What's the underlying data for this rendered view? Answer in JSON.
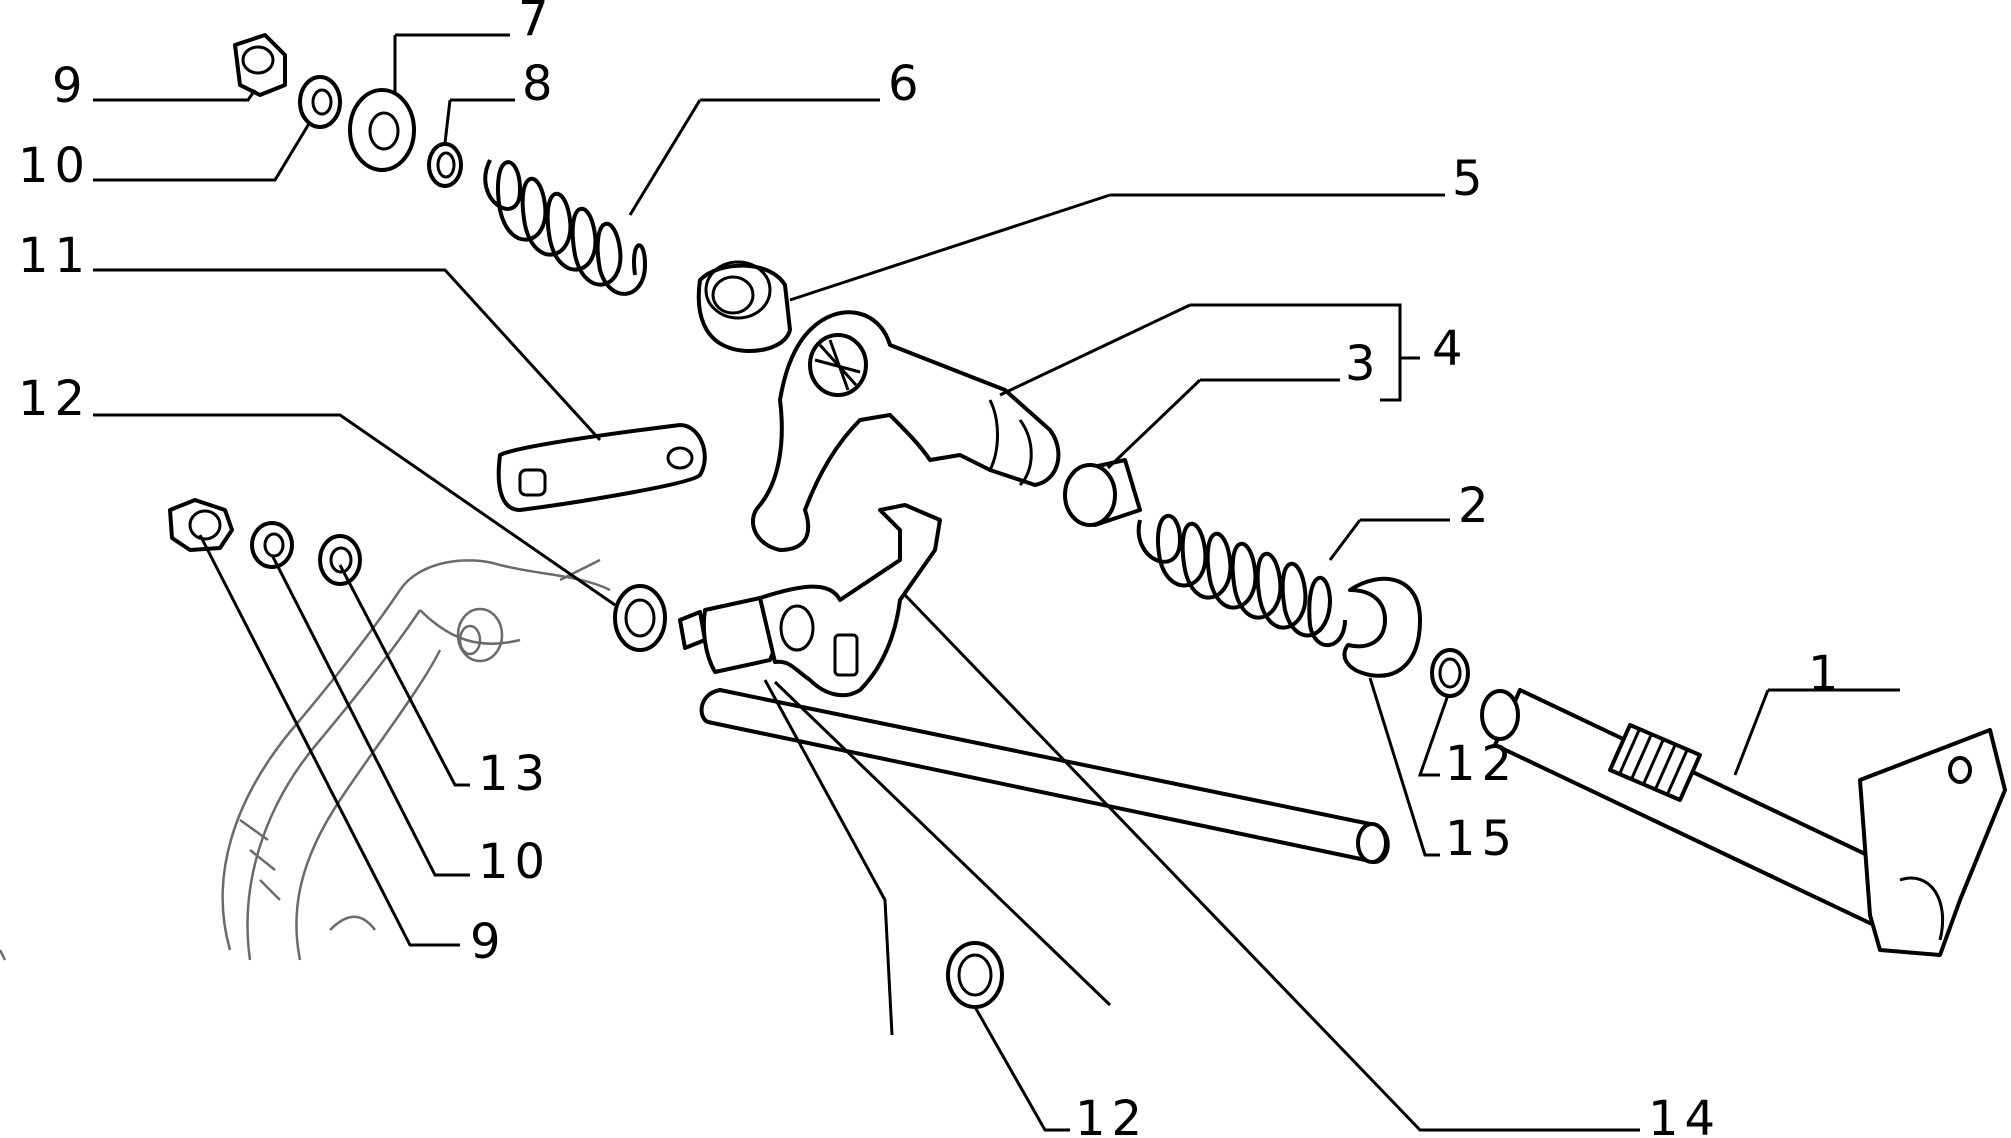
{
  "diagram": {
    "callouts": [
      {
        "id": "c1",
        "label": "1"
      },
      {
        "id": "c2",
        "label": "2"
      },
      {
        "id": "c3",
        "label": "3"
      },
      {
        "id": "c4",
        "label": "4"
      },
      {
        "id": "c5",
        "label": "5"
      },
      {
        "id": "c6",
        "label": "6"
      },
      {
        "id": "c7",
        "label": "7"
      },
      {
        "id": "c8",
        "label": "8"
      },
      {
        "id": "c9a",
        "label": "9"
      },
      {
        "id": "c9b",
        "label": "9"
      },
      {
        "id": "c10a",
        "label": "10"
      },
      {
        "id": "c10b",
        "label": "10"
      },
      {
        "id": "c11",
        "label": "11"
      },
      {
        "id": "c12a",
        "label": "12"
      },
      {
        "id": "c12b",
        "label": "12"
      },
      {
        "id": "c12c",
        "label": "12"
      },
      {
        "id": "c13",
        "label": "13"
      },
      {
        "id": "c14",
        "label": "14"
      },
      {
        "id": "c15",
        "label": "15"
      }
    ]
  }
}
